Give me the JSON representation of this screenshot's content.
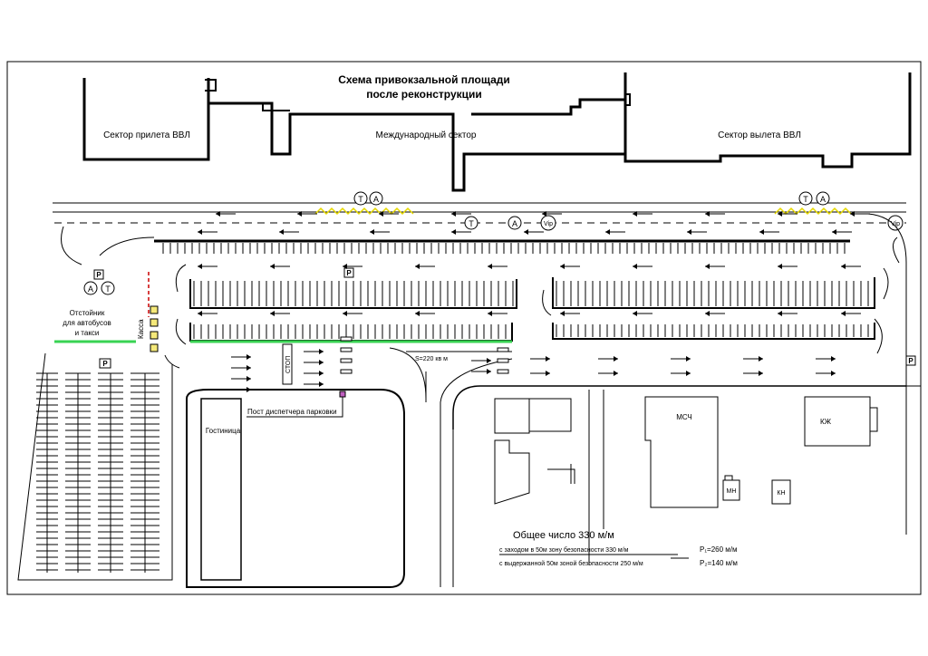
{
  "title": {
    "line1": "Схема привокзальной площади",
    "line2": "после реконструкции"
  },
  "sectors": {
    "arrival": "Сектор прилета ВВЛ",
    "international": "Международный сектор",
    "departure": "Сектор вылета ВВЛ"
  },
  "symbols": {
    "taxi": "T",
    "bus": "A",
    "vip": "Vip",
    "parking": "P"
  },
  "labels": {
    "bus_stand_lines": [
      "Отстойник",
      "для автобусов",
      "и такси"
    ],
    "cashier": "Касса",
    "stop": "СТОП",
    "dispatcher_post": "Пост диспетчера парковки",
    "hotel": "Гостиница",
    "area": "S=220 кв м"
  },
  "buildings": {
    "mchs": "МСЧ",
    "kzh": "КЖ",
    "mn": "МН",
    "kn": "КН"
  },
  "summary": {
    "total": "Общее число 330 м/м",
    "with_zone": "с заходом в 50м зону безопасности 330 м/м",
    "with_zone_value": "P₁=260 м/м",
    "without_zone": "с выдержанной 50м зоной безопасности 250 м/м",
    "without_zone_value": "P₂=140 м/м"
  },
  "colors": {
    "green": "#39d353",
    "yellow": "#e6d800",
    "purple": "#8a4b8a",
    "red_dashed": "#cc0000",
    "label_yellow": "#c8b400"
  },
  "icons": [
    "taxi-icon",
    "bus-icon",
    "vip-icon",
    "parking-icon",
    "arrow-icon"
  ]
}
